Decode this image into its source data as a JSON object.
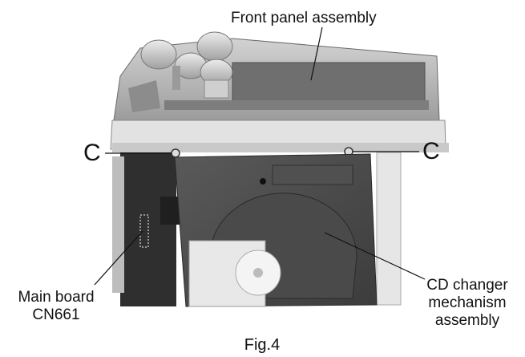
{
  "figure": {
    "caption": "Fig.4",
    "labels": {
      "front_panel": "Front panel assembly",
      "c_left": "C",
      "c_right": "C",
      "main_board_line1": "Main board",
      "main_board_line2": "CN661",
      "cd_changer_line1": "CD changer",
      "cd_changer_line2": "mechanism",
      "cd_changer_line3": "assembly"
    }
  }
}
